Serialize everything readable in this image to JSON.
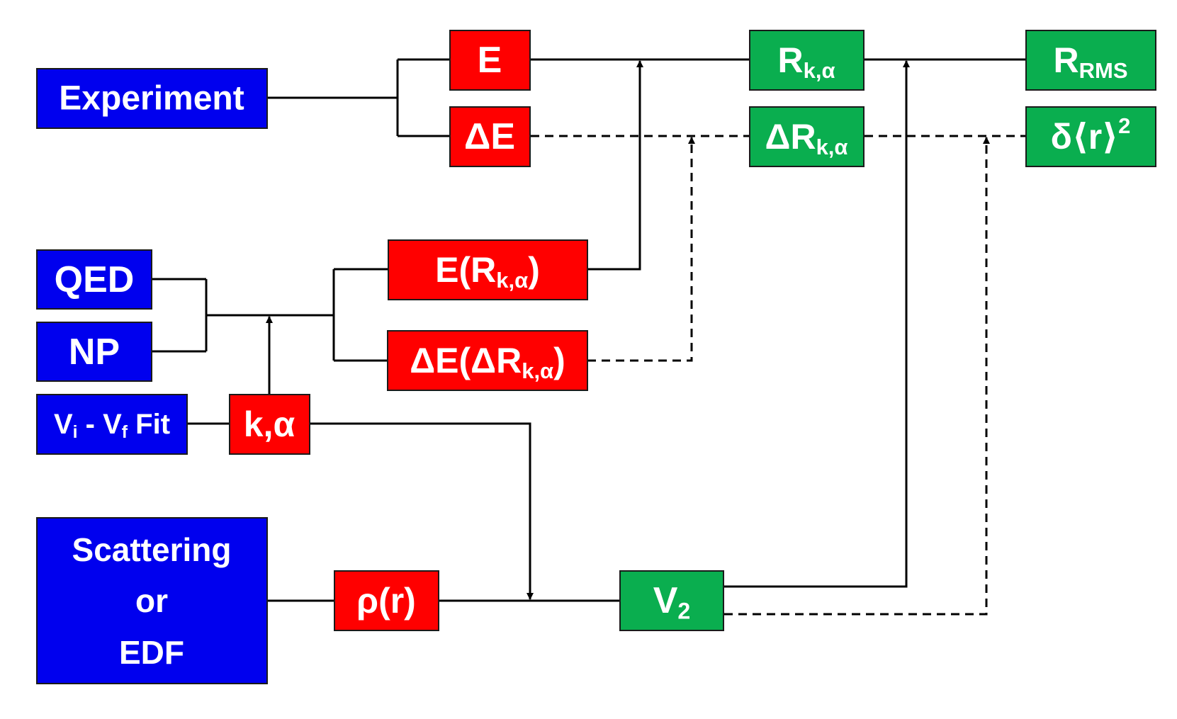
{
  "colors": {
    "input": "#0000ee",
    "intermediate": "#ff0000",
    "output": "#0aae4f",
    "line": "#000000"
  },
  "nodes": {
    "experiment": {
      "label": "Experiment"
    },
    "qed": {
      "label": "QED"
    },
    "np": {
      "label": "NP"
    },
    "vfit": {
      "parts": [
        {
          "t": "V"
        },
        {
          "t": "i",
          "sub": true
        },
        {
          "t": " - V"
        },
        {
          "t": "f",
          "sub": true
        },
        {
          "t": " Fit"
        }
      ]
    },
    "scattering": {
      "lines": [
        "Scattering",
        "or",
        "EDF"
      ]
    },
    "e": {
      "label": "E"
    },
    "de": {
      "label": "ΔE"
    },
    "erk": {
      "parts": [
        {
          "t": "E(R"
        },
        {
          "t": "k,α",
          "sub": true
        },
        {
          "t": ")"
        }
      ]
    },
    "derk": {
      "parts": [
        {
          "t": "ΔE(ΔR"
        },
        {
          "t": "k,α",
          "sub": true
        },
        {
          "t": ")"
        }
      ]
    },
    "kalpha": {
      "label": "k,α"
    },
    "rho": {
      "label": "ρ(r)"
    },
    "rk": {
      "parts": [
        {
          "t": "R"
        },
        {
          "t": "k,α",
          "sub": true
        }
      ]
    },
    "drk": {
      "parts": [
        {
          "t": "ΔR"
        },
        {
          "t": "k,α",
          "sub": true
        }
      ]
    },
    "rrms": {
      "parts": [
        {
          "t": "R"
        },
        {
          "t": "RMS",
          "sub": true
        }
      ]
    },
    "dr2": {
      "parts": [
        {
          "t": "δ⟨r⟩"
        },
        {
          "t": "2",
          "sup": true
        }
      ]
    },
    "v2": {
      "parts": [
        {
          "t": "V"
        },
        {
          "t": "2",
          "sub": true
        }
      ]
    }
  }
}
